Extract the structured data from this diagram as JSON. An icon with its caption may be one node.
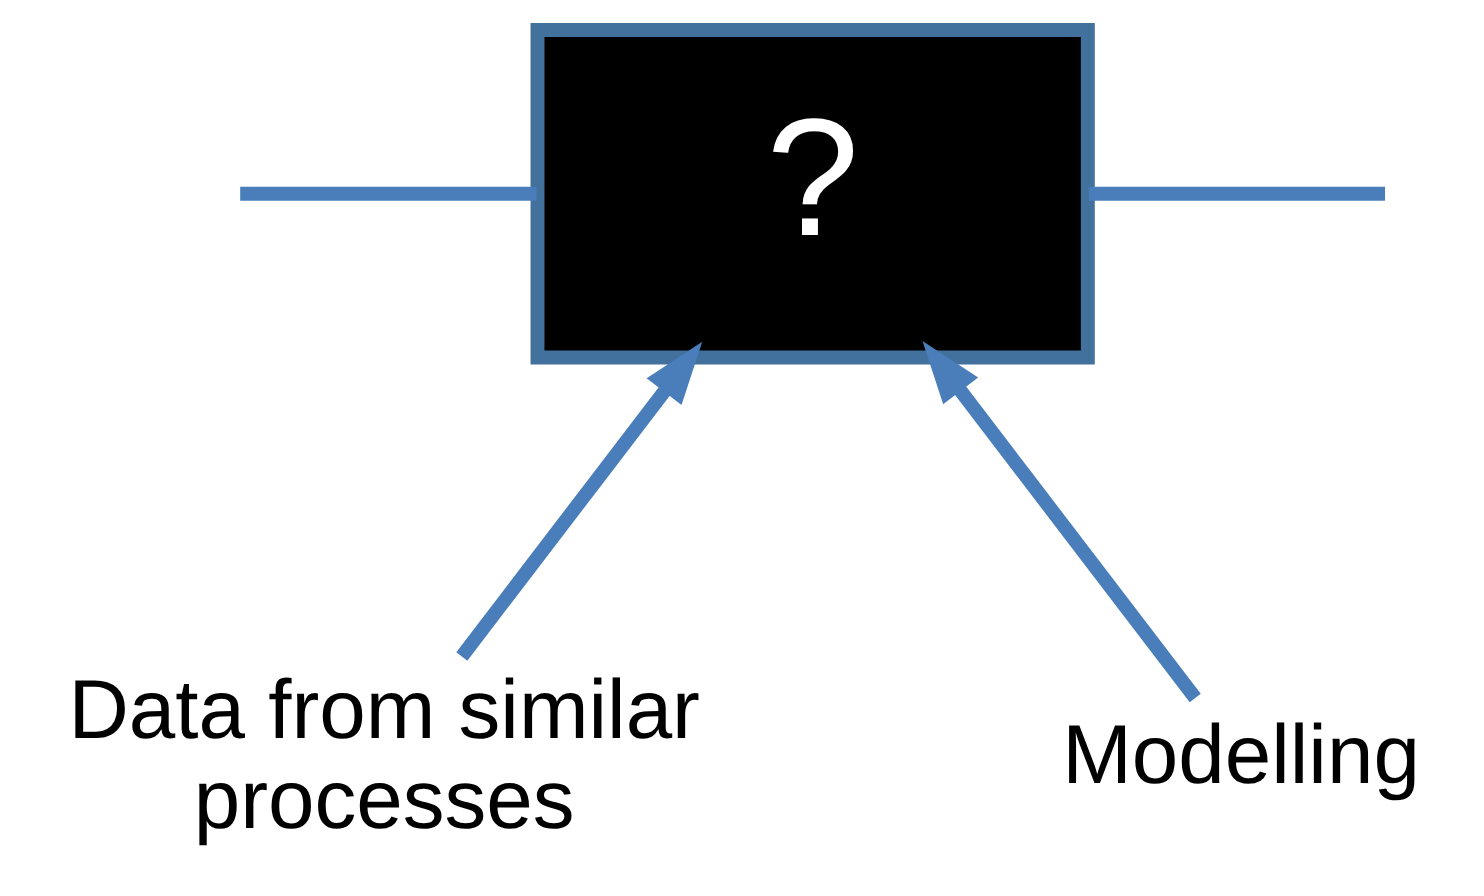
{
  "diagram": {
    "nodes": [
      {
        "text": [
          "?"
        ]
      },
      {
        "text": [
          "Data from similar processes"
        ]
      },
      {
        "text": [
          "Modelling"
        ]
      }
    ],
    "edges": [
      {
        "from": 1,
        "to": 0,
        "arrow": "to"
      },
      {
        "from": 2,
        "to": 0,
        "arrow": "to"
      },
      {
        "from": null,
        "to": 0,
        "arrow": "none"
      },
      {
        "from": 0,
        "to": null,
        "arrow": "none"
      }
    ]
  }
}
